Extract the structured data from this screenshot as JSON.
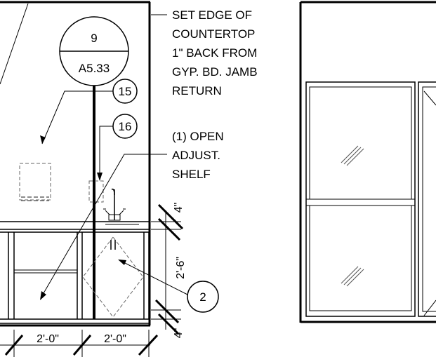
{
  "section_tag": {
    "number": "9",
    "sheet": "A5.33"
  },
  "callouts": [
    {
      "id": "15",
      "label": "15"
    },
    {
      "id": "16",
      "label": "16"
    },
    {
      "id": "2",
      "label": "2"
    }
  ],
  "notes": {
    "countertop": [
      "SET EDGE OF",
      "COUNTERTOP",
      "1\" BACK FROM",
      "GYP. BD. JAMB",
      "RETURN"
    ],
    "shelf": [
      "(1) OPEN",
      "ADJUST.",
      "SHELF"
    ]
  },
  "dimensions": {
    "top_gap": "4\"",
    "cabinet_height": "2'-6\"",
    "bottom_gap": "4\"",
    "width_left": "2'-0\"",
    "width_right": "2'-0\""
  }
}
